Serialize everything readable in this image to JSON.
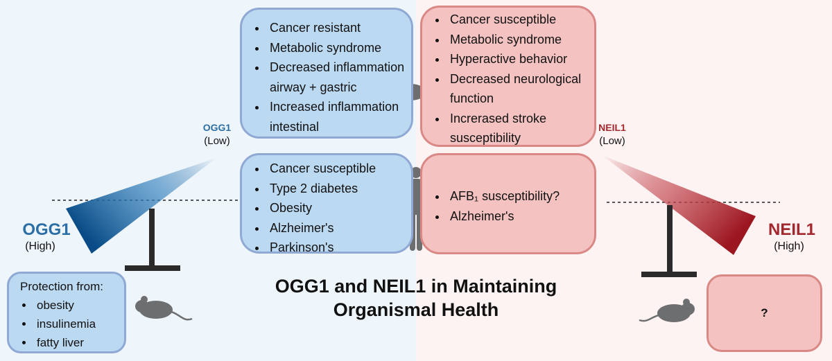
{
  "title": "OGG1 and NEIL1 in Maintaining Organismal Health",
  "ogg1": {
    "low_name": "OGG1",
    "low_level": "(Low)",
    "high_name": "OGG1",
    "high_level": "(High)",
    "mouse_low_items": [
      "Cancer resistant",
      "Metabolic syndrome",
      "Decreased inflammation airway + gastric",
      "Increased inflammation intestinal"
    ],
    "human_low_items": [
      "Cancer susceptible",
      "Type 2 diabetes",
      "Obesity",
      "Alzheimer's",
      "Parkinson's"
    ],
    "mouse_high_header": "Protection from:",
    "mouse_high_items": [
      "obesity",
      "insulinemia",
      "fatty liver"
    ]
  },
  "neil1": {
    "low_name": "NEIL1",
    "low_level": "(Low)",
    "high_name": "NEIL1",
    "high_level": "(High)",
    "mouse_low_items": [
      "Cancer susceptible",
      "Metabolic syndrome",
      "Hyperactive behavior",
      "Decreased neurological function",
      "Increrased stroke susceptibility"
    ],
    "human_low_items": [
      "AFB₁ susceptibility?",
      "Alzheimer's"
    ],
    "mouse_high_text": "?"
  },
  "colors": {
    "ogg1_accent": "#2b6fa6",
    "neil1_accent": "#a3282d",
    "blue_box": "#bcd9f2",
    "red_box": "#f3c2c1"
  },
  "icons": [
    "mouse-icon",
    "human-figure-icon",
    "gradient-wedge",
    "seesaw-stand"
  ]
}
